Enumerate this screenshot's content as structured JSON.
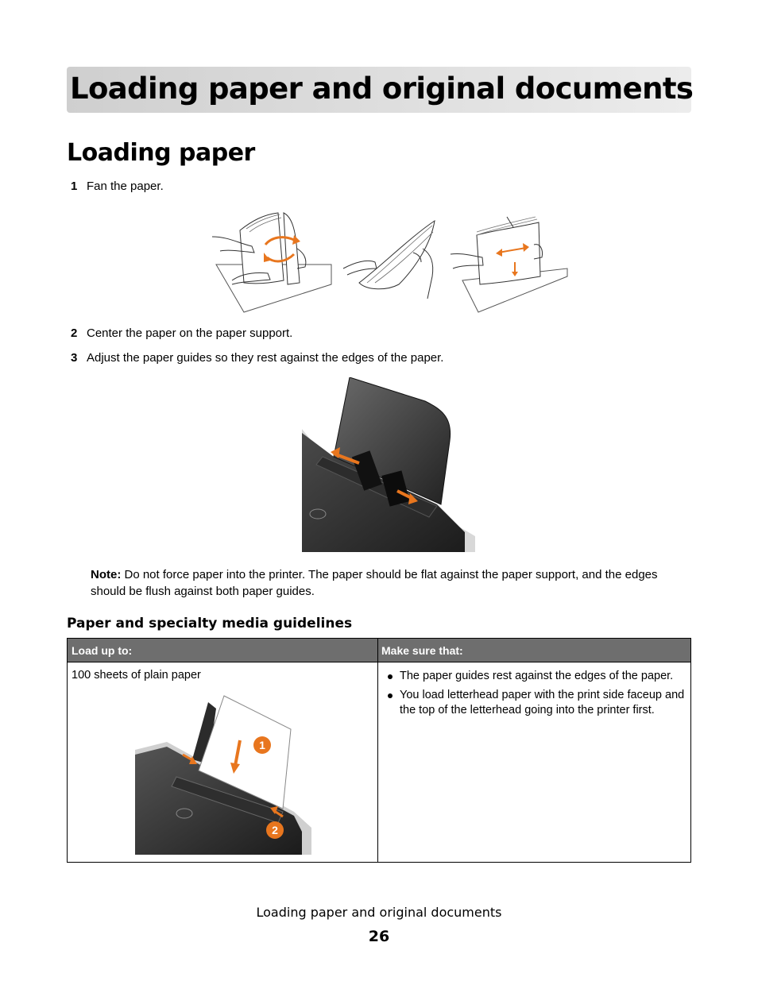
{
  "chapter_title": "Loading paper and original documents",
  "section_title": "Loading paper",
  "steps": [
    {
      "num": "1",
      "text": "Fan the paper."
    },
    {
      "num": "2",
      "text": "Center the paper on the paper support."
    },
    {
      "num": "3",
      "text": "Adjust the paper guides so they rest against the edges of the paper."
    }
  ],
  "note": {
    "label": "Note:",
    "text": " Do not force paper into the printer. The paper should be flat against the paper support, and the edges should be flush against both paper guides."
  },
  "subsection_title": "Paper and specialty media guidelines",
  "table": {
    "headers": [
      "Load up to:",
      "Make sure that:"
    ],
    "row": {
      "load": "100 sheets of plain paper",
      "bullets": [
        "The paper guides rest against the edges of the paper.",
        "You load letterhead paper with the print side faceup and the top of the letterhead going into the printer first."
      ],
      "callouts": [
        "1",
        "2"
      ]
    }
  },
  "footer": {
    "title": "Loading paper and original documents",
    "page": "26"
  },
  "colors": {
    "accent_orange": "#e8761e",
    "banner_gray": "#d6d6d6",
    "header_gray": "#6e6e6e"
  }
}
